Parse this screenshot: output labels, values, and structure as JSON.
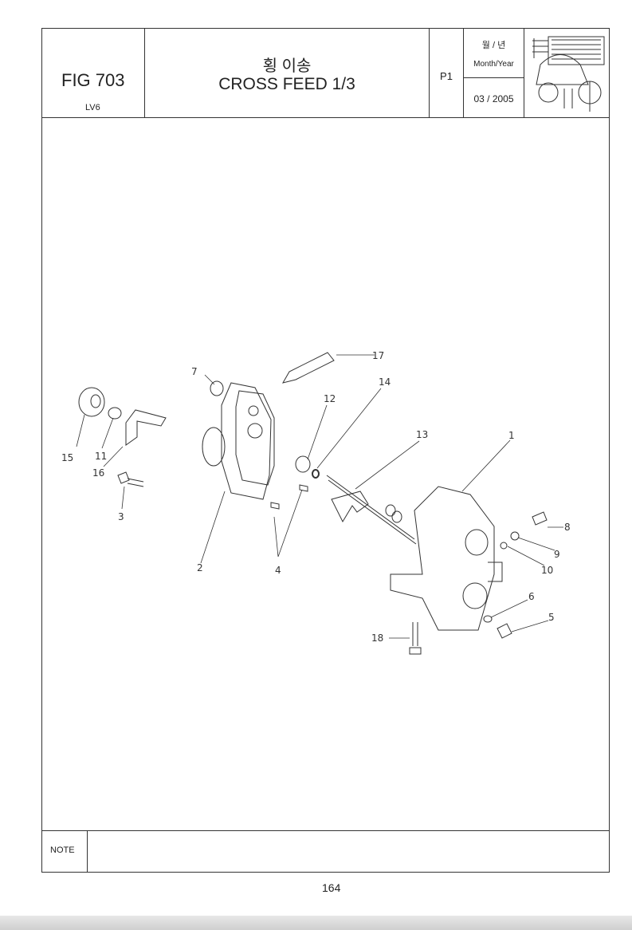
{
  "header": {
    "fig": "FIG 703",
    "model": "LV6",
    "title_kr": "횡 이송",
    "title_en": "CROSS FEED 1/3",
    "page_code": "P1",
    "date_label_kr": "월 / 년",
    "date_label_en": "Month/Year",
    "date_value": "03 / 2005"
  },
  "diagram": {
    "callouts": [
      "1",
      "2",
      "3",
      "4",
      "5",
      "6",
      "7",
      "8",
      "9",
      "10",
      "11",
      "12",
      "13",
      "14",
      "15",
      "16",
      "17",
      "18"
    ]
  },
  "note_label": "NOTE",
  "page_number": "164"
}
